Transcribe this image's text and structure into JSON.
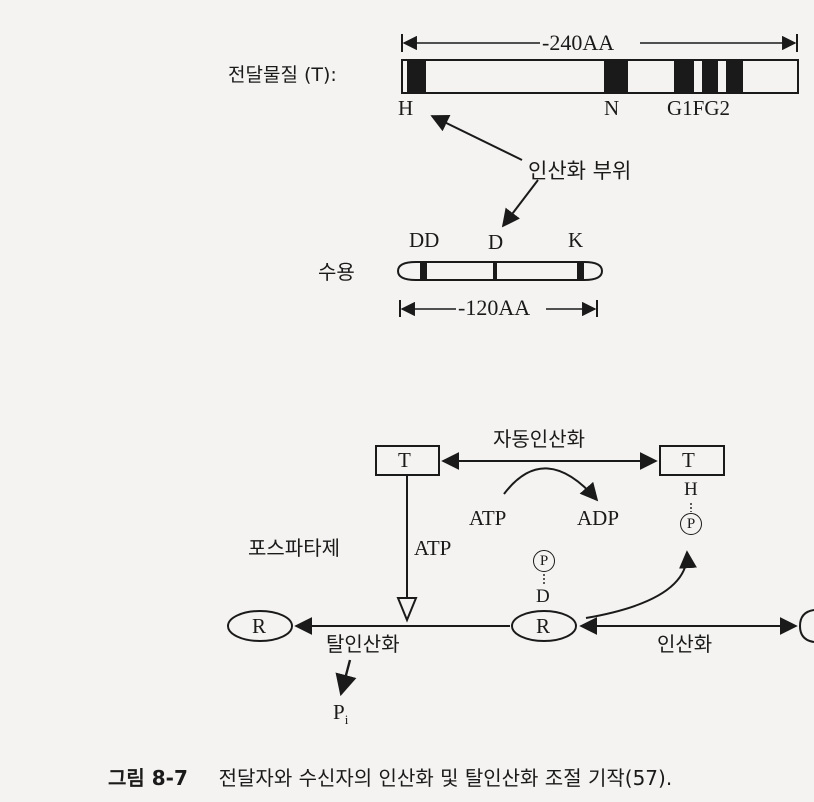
{
  "top": {
    "transmitter_label": "전달물질 (T):",
    "transmitter_length": "-240AA",
    "domain_h": "H",
    "domain_n": "N",
    "domain_g": "G1FG2",
    "phospho_site_label": "인산화 부위",
    "receiver_label": "수용",
    "receiver_dd": "DD",
    "receiver_d": "D",
    "receiver_k": "K",
    "receiver_length": "-120AA"
  },
  "bottom": {
    "autophos_label": "자동인산화",
    "t_left": "T",
    "t_right": "T",
    "atp_top": "ATP",
    "adp_top": "ADP",
    "h_mark": "H",
    "p_mark_right": "P",
    "phosphatase_label": "포스파타제",
    "atp_side": "ATP",
    "p_mark_center": "P",
    "d_mark": "D",
    "r_left": "R",
    "r_center": "R",
    "dephos_label": "탈인산화",
    "phos_label": "인산화",
    "pi_main": "P",
    "pi_sub": "i"
  },
  "caption": {
    "number": "그림 8-7",
    "text": "전달자와 수신자의 인산화 및 탈인산화 조절 기작(57)."
  }
}
